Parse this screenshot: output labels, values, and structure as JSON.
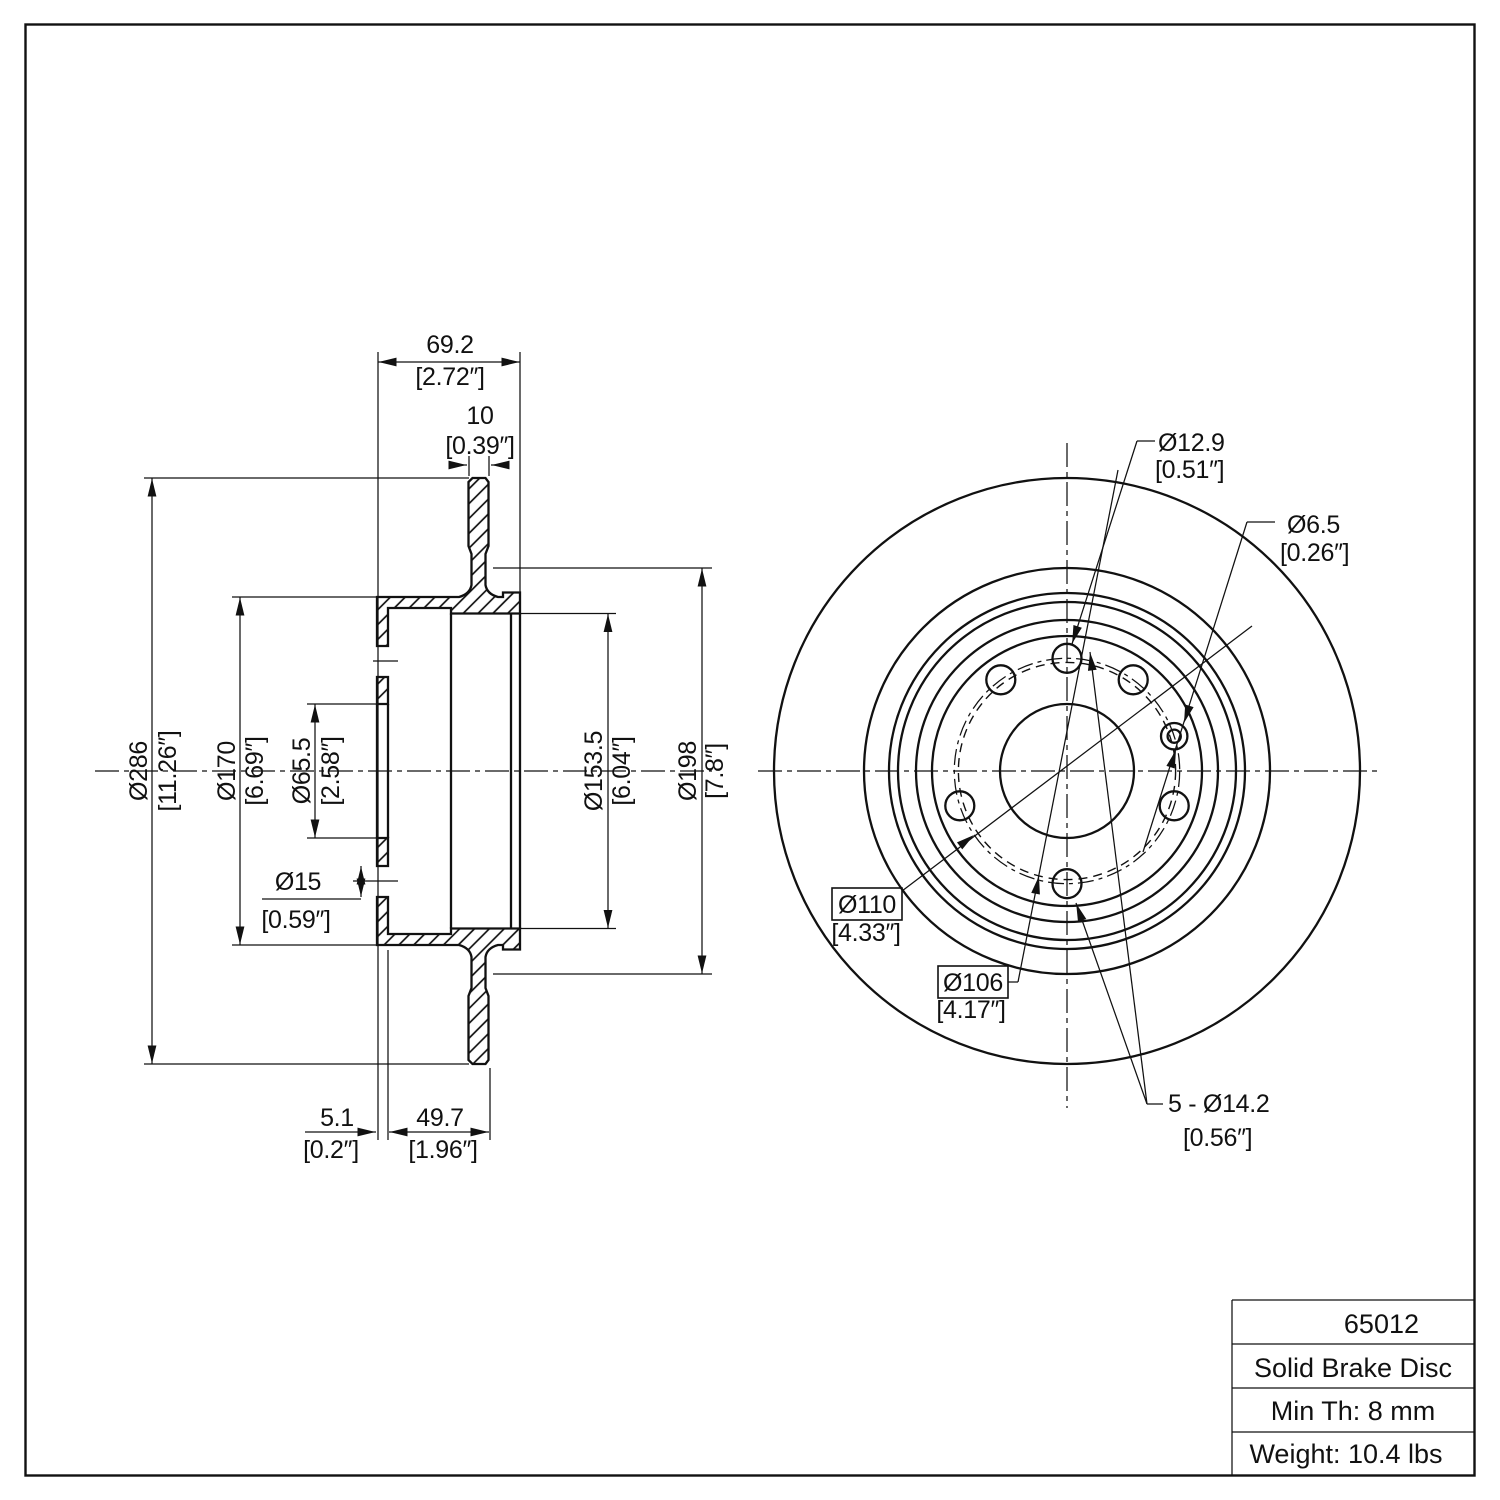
{
  "title_block": {
    "part_number": "65012",
    "description": "Solid Brake Disc",
    "min_thickness": "Min Th: 8 mm",
    "weight": "Weight: 10.4 lbs"
  },
  "section_view": {
    "overall_width": {
      "mm": "69.2",
      "inch": "[2.72″]"
    },
    "disc_thickness": {
      "mm": "10",
      "inch": "[0.39″]"
    },
    "outer_diameter": {
      "mm": "Ø286",
      "inch": "[11.26″]"
    },
    "hat_outer_diameter": {
      "mm": "Ø170",
      "inch": "[6.69″]"
    },
    "center_bore": {
      "mm": "Ø65.5",
      "inch": "[2.58″]"
    },
    "hat_hole": {
      "mm": "Ø15",
      "inch": "[0.59″]"
    },
    "drum_inner_diameter": {
      "mm": "Ø153.5",
      "inch": "[6.04″]"
    },
    "friction_inner_diameter": {
      "mm": "Ø198",
      "inch": "[7.8″]"
    },
    "flange_thickness": {
      "mm": "5.1",
      "inch": "[0.2″]"
    },
    "hat_depth": {
      "mm": "49.7",
      "inch": "[1.96″]"
    }
  },
  "front_view": {
    "counterbore": {
      "mm": "Ø12.9",
      "inch": "[0.51″]"
    },
    "screw_hole": {
      "mm": "Ø6.5",
      "inch": "[0.26″]"
    },
    "bolt_circle_primary": {
      "mm": "Ø110",
      "inch": "[4.33″]"
    },
    "bolt_circle_secondary": {
      "mm": "Ø106",
      "inch": "[4.17″]"
    },
    "lug_holes": {
      "mm": "5 - Ø14.2",
      "inch": "[0.56″]"
    }
  }
}
